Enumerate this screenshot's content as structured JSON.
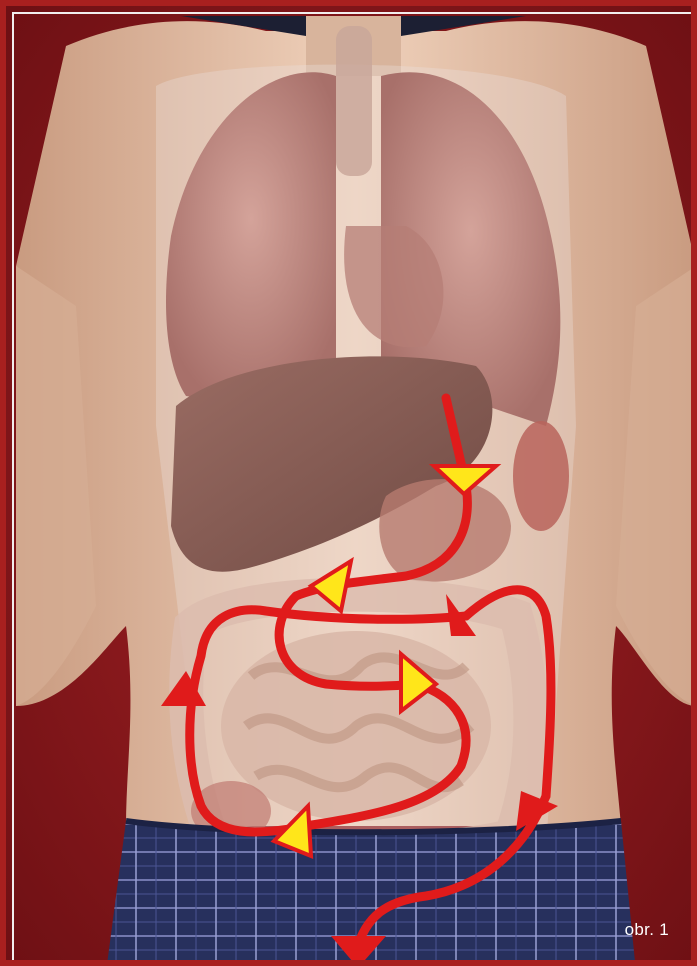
{
  "figure": {
    "caption": "obr. 1"
  },
  "colors": {
    "background": "#8e1a1c",
    "frame": "#a8201f",
    "frame_inner_line": "#f2eeee",
    "skin": "#e7c3a8",
    "lung": "#c49088",
    "liver": "#8a6058",
    "intestine": "#d9b8a8",
    "path_arrow": "#e01b1b",
    "arrowhead_yellow": "#ffe61a",
    "shorts": "#2a2f5a"
  },
  "icons": {
    "flow_arrow": "red-arrow",
    "direction_marker": "yellow-triangle"
  }
}
